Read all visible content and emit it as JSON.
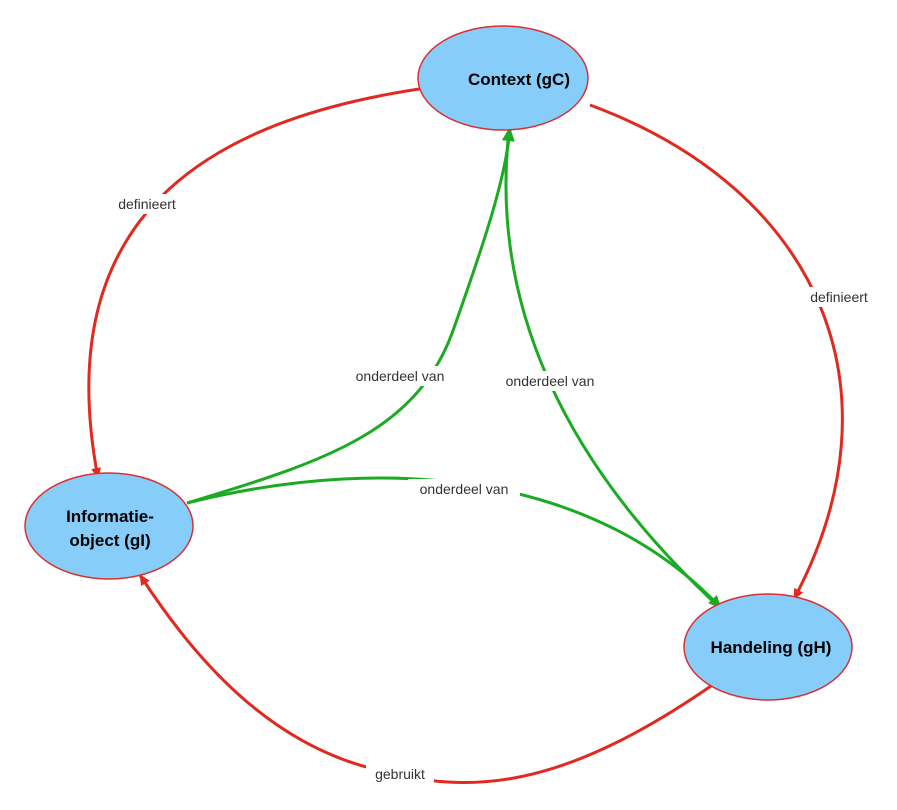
{
  "colors": {
    "node_fill": "#87cdfa",
    "node_stroke": "#d93030",
    "red_edge": "#e02a20",
    "green_edge": "#1aab22",
    "label_bg": "#ffffff"
  },
  "nodes": {
    "context": {
      "label": "Context (gC)"
    },
    "informatieobject": {
      "line1": "Informatie-",
      "line2": "object (gI)"
    },
    "handeling": {
      "label": "Handeling (gH)"
    }
  },
  "edges": {
    "context_defines_informatieobject": {
      "label": "definieert"
    },
    "context_defines_handeling": {
      "label": "definieert"
    },
    "informatieobject_part_of_context": {
      "label": "onderdeel van"
    },
    "handeling_part_of_context": {
      "label": "onderdeel van"
    },
    "informatieobject_part_of_handeling": {
      "label": "onderdeel van"
    },
    "handeling_uses_informatieobject": {
      "label": "gebruikt"
    }
  }
}
